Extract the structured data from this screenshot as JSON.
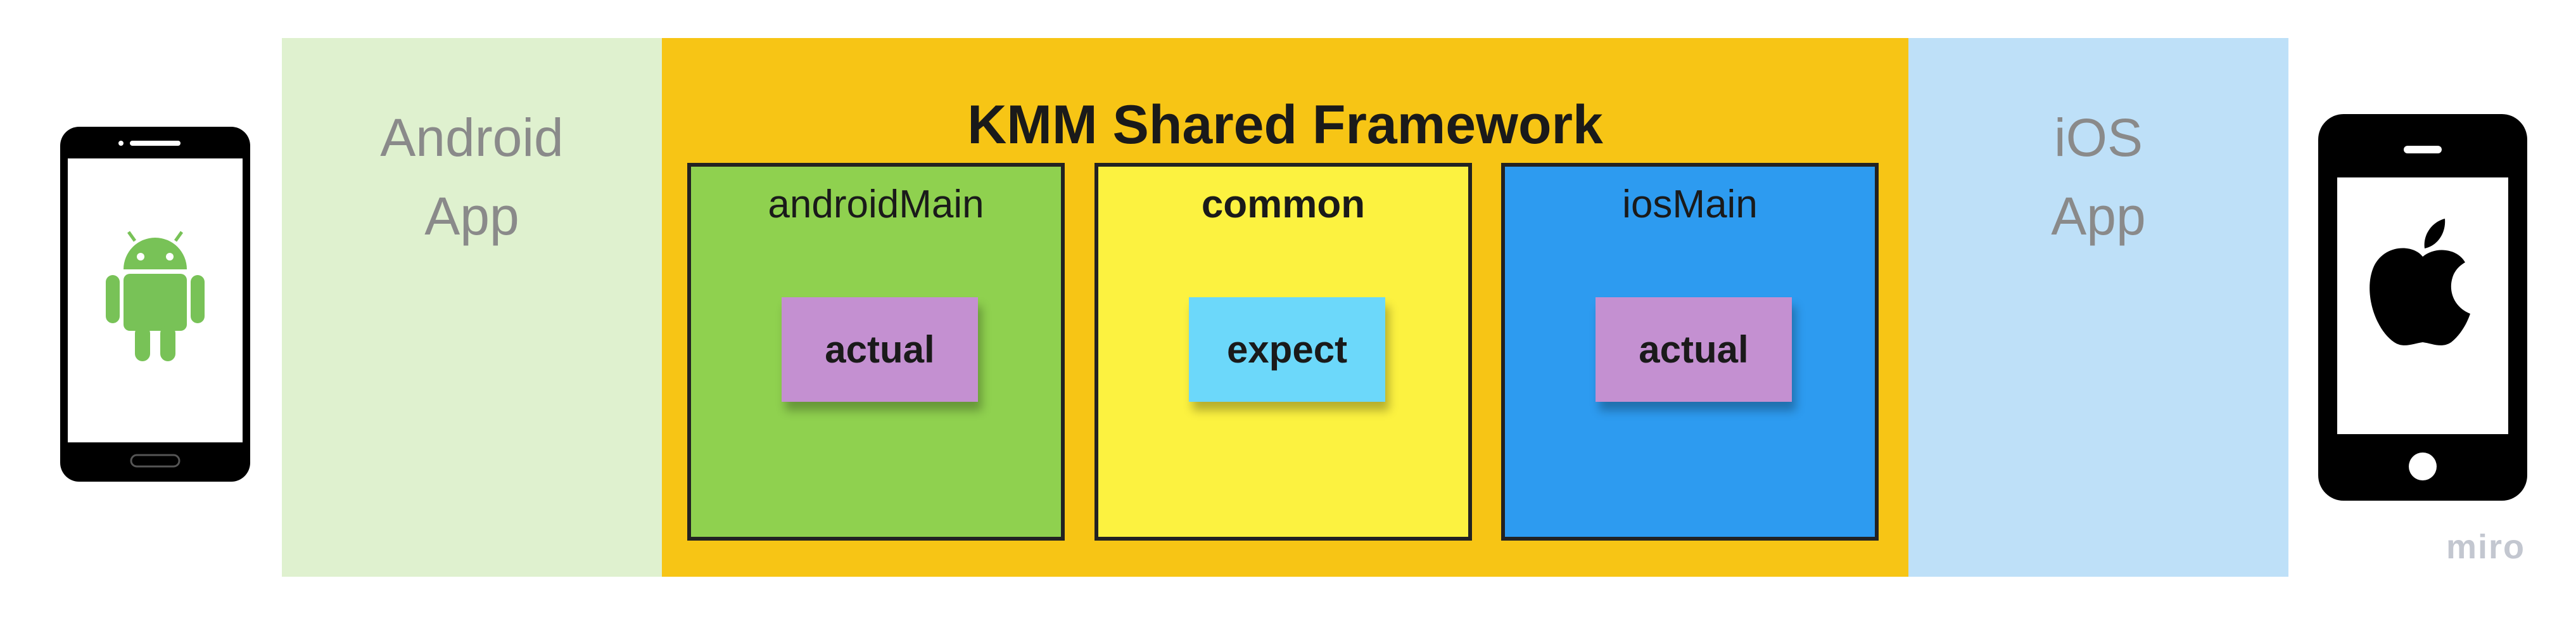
{
  "android_app": {
    "label": "Android\nApp"
  },
  "ios_app": {
    "label": "iOS\nApp"
  },
  "shared_framework": {
    "title": "KMM Shared Framework",
    "source_sets": [
      {
        "name": "androidMain",
        "note": "actual"
      },
      {
        "name": "common",
        "note": "expect"
      },
      {
        "name": "iosMain",
        "note": "actual"
      }
    ]
  },
  "icons": {
    "left": "android-phone-icon",
    "right": "iphone-icon"
  },
  "colors": {
    "android_panel": "#dff1cf",
    "ios_panel": "#bee0f8",
    "shared_bg": "#f7c515",
    "android_main": "#8fd14f",
    "common": "#fcf240",
    "ios_main": "#2d9bf0",
    "actual_note": "#c490d1",
    "expect_note": "#6cd8fa"
  },
  "watermark": "miro"
}
